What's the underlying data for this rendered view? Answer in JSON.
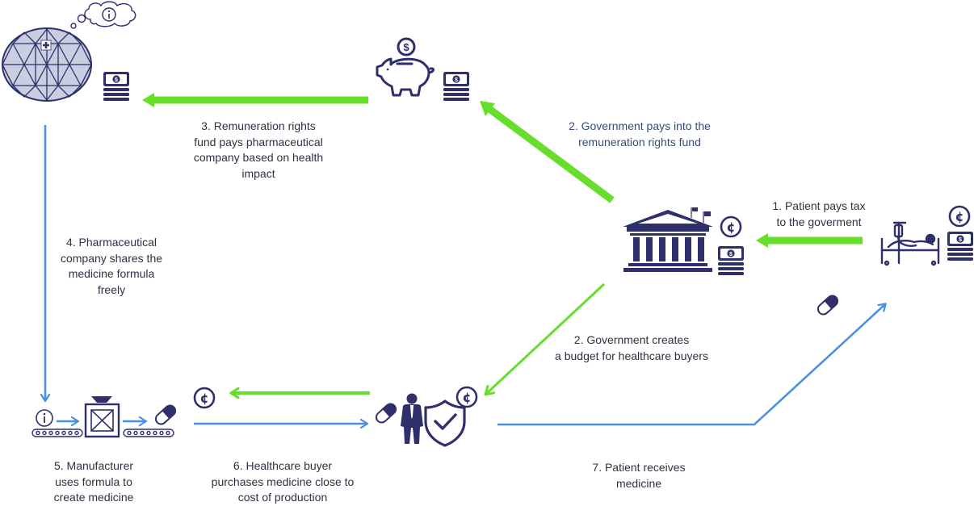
{
  "diagram": {
    "colors": {
      "green_flow": "#67dd2c",
      "blue_flow": "#4a8fe2",
      "icon_navy": "#2e2f6b",
      "text": "#2e3142",
      "hospital_fill": "#c9cfe0"
    },
    "nodes": {
      "pharma": {
        "icons": [
          "geodesic-hospital-icon",
          "info-thought-bubble-icon",
          "money-stack-icon"
        ]
      },
      "fund": {
        "icons": [
          "piggy-bank-icon",
          "money-stack-icon"
        ]
      },
      "government": {
        "icons": [
          "government-building-icon",
          "cent-coin-icon",
          "money-stack-icon"
        ]
      },
      "patient": {
        "icons": [
          "hospital-bed-patient-icon",
          "cent-coin-icon",
          "money-stack-icon"
        ]
      },
      "manufacturer": {
        "icons": [
          "info-circle-icon",
          "conveyor-belt-icon",
          "machine-box-icon",
          "pill-capsule-icon"
        ]
      },
      "buyer": {
        "icons": [
          "pill-capsule-icon",
          "businessman-icon",
          "shield-check-icon",
          "cent-coin-icon"
        ]
      },
      "transit": {
        "icons": [
          "cent-coin-icon",
          "pill-capsule-icon"
        ]
      }
    },
    "steps": [
      {
        "id": "step1",
        "flow": "green",
        "lines": [
          "1. Patient pays tax",
          "to the goverment"
        ]
      },
      {
        "id": "step2a",
        "flow": "green",
        "lines": [
          "2. Government pays into the",
          "remuneration rights fund"
        ]
      },
      {
        "id": "step3",
        "flow": "green",
        "lines": [
          "3. Remuneration rights",
          "fund pays pharmaceutical",
          "company based on health",
          "impact"
        ]
      },
      {
        "id": "step4",
        "flow": "blue",
        "lines": [
          "4. Pharmaceutical",
          "company shares the",
          "medicine formula",
          "freely"
        ]
      },
      {
        "id": "step2b",
        "flow": "green",
        "lines": [
          "2. Government creates",
          "a budget for healthcare buyers"
        ]
      },
      {
        "id": "step5",
        "flow": "blue",
        "lines": [
          "5. Manufacturer",
          "uses formula to",
          "create medicine"
        ]
      },
      {
        "id": "step6",
        "flow": "blue",
        "lines": [
          "6. Healthcare buyer",
          "purchases medicine close to",
          "cost of production"
        ]
      },
      {
        "id": "step7",
        "flow": "blue",
        "lines": [
          "7. Patient receives",
          "medicine"
        ]
      }
    ]
  }
}
